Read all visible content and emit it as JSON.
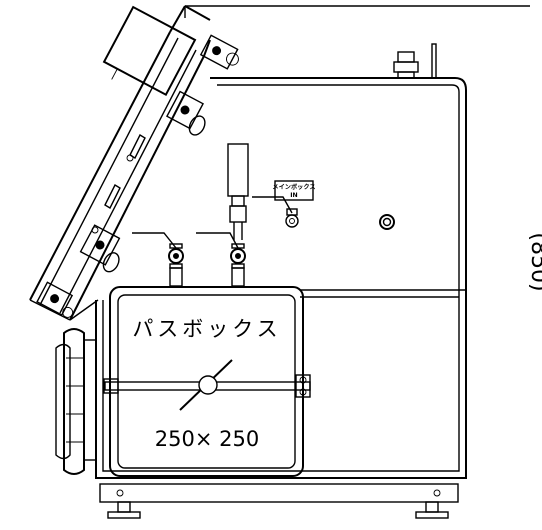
{
  "labels": {
    "pass_box": "パスボックス",
    "size": "250× 250",
    "main_box_line1": "メインボックス",
    "main_box_line2": "IN",
    "dimension": "(850)"
  }
}
